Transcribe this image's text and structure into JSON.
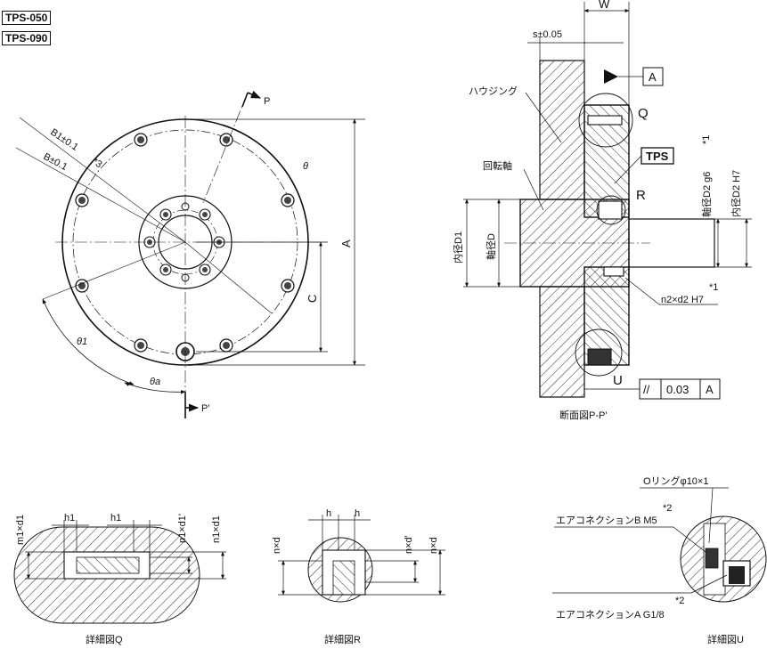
{
  "models": [
    "TPS-050",
    "TPS-090"
  ],
  "front_view": {
    "labels": {
      "P": "P",
      "P_prime": "P'",
      "theta": "θ",
      "theta1": "θ1",
      "theta_a": "θa",
      "B1": "B1±0.1",
      "B1_note": "*3",
      "B": "B±0.1",
      "A": "A",
      "C": "C"
    }
  },
  "section_view": {
    "W": "W",
    "s": "s±0.05",
    "datum": "A",
    "housing": "ハウジング",
    "shaft": "回転軸",
    "Q": "Q",
    "R": "R",
    "U": "U",
    "tps_label": "TPS",
    "D2_shaft": "軸径D2 g6",
    "D2_note": "*1",
    "D2_bore": "内径D2 H7",
    "D1": "内径D1",
    "D": "軸径D",
    "n2d2": "n2×d2 H7",
    "n2d2_note": "*1",
    "parallel_symbol": "//",
    "parallel_value": "0.03",
    "parallel_datum": "A",
    "caption": "断面図P-P'"
  },
  "detail_q": {
    "m1d1": "m1×d1",
    "h1_a": "h1",
    "h1_b": "h1",
    "n1d1p": "n1×d1'",
    "n1d1": "n1×d1",
    "caption": "詳細図Q"
  },
  "detail_r": {
    "nd": "n×d",
    "h_a": "h",
    "h_b": "h",
    "ndp": "n×d'",
    "nd2": "n×d",
    "caption": "詳細図R"
  },
  "detail_u": {
    "oring": "Oリングφ10×1",
    "note_b": "*2",
    "air_b": "エアコネクションB M5",
    "note_a": "*2",
    "air_a": "エアコネクションA G1/8",
    "caption": "詳細図U"
  }
}
